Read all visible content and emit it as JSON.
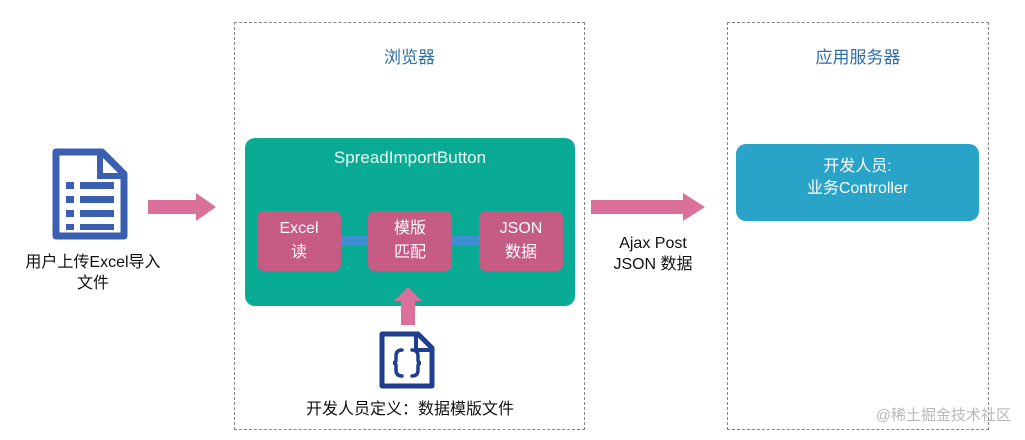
{
  "user": {
    "label_line1": "用户上传Excel导入",
    "label_line2": "文件"
  },
  "browser": {
    "title": "浏览器",
    "component": "SpreadImportButton",
    "steps": [
      {
        "line1": "Excel",
        "line2": "读"
      },
      {
        "line1": "模版",
        "line2": "匹配"
      },
      {
        "line1": "JSON",
        "line2": "数据"
      }
    ],
    "template_label": "开发人员定义：数据模版文件"
  },
  "transfer": {
    "line1": "Ajax Post",
    "line2": "JSON 数据"
  },
  "server": {
    "title": "应用服务器",
    "box_line1": "开发人员:",
    "box_line2": "业务Controller"
  },
  "watermark": "@稀土掘金技术社区",
  "colors": {
    "arrow": "#d9719a",
    "teal": "#0aab94",
    "pink": "#c65b83",
    "connector": "#3e8fd1",
    "server": "#2aa3c8",
    "doc_icon": "#3a5fb0",
    "json_icon": "#1f3e8f",
    "title_text": "#2f6ea5"
  },
  "icons": {
    "user_file": "document-list-icon",
    "template_file": "json-file-icon"
  }
}
